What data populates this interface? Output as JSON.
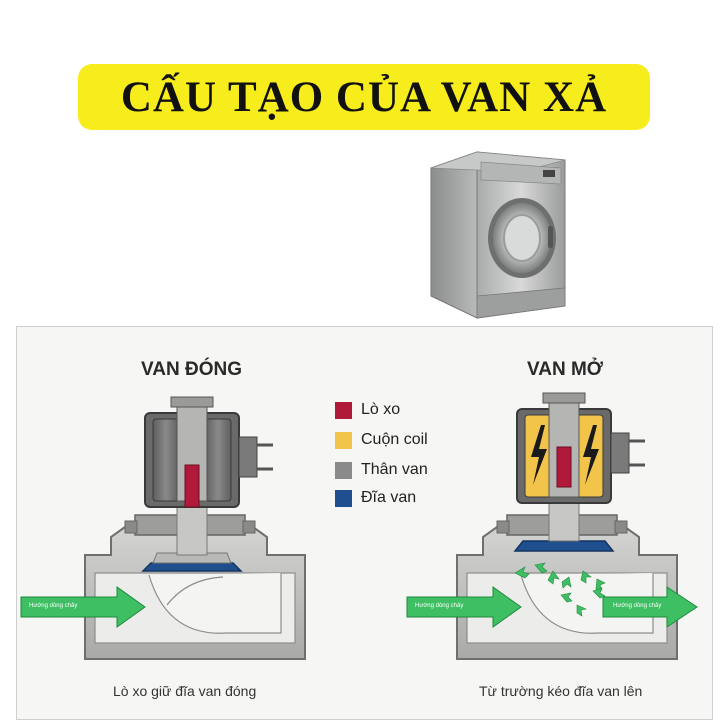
{
  "title": "CẤU TẠO CỦA VAN XẢ",
  "closed": {
    "heading": "VAN ĐÓNG",
    "caption": "Lò xo giữ đĩa van đóng",
    "flow_label": "Hướng dòng chảy"
  },
  "open": {
    "heading": "VAN MỞ",
    "caption": "Từ trường kéo đĩa van lên",
    "flow_in_label": "Hướng dòng chảy",
    "flow_out_label": "Hướng dòng chảy"
  },
  "legend": [
    {
      "label": "Lò xo",
      "color": "#b0193a"
    },
    {
      "label": "Cuộn coil",
      "color": "#f2c44a"
    },
    {
      "label": "Thân van",
      "color": "#8a8a8a"
    },
    {
      "label": "Đĩa van",
      "color": "#1f4f8f"
    }
  ],
  "colors": {
    "title_bg": "#f7ec1c",
    "flow_arrow": "#3fbf63",
    "disc": "#1f4f8f",
    "spring": "#b0193a",
    "coil_active": "#f2c44a"
  },
  "icons": [
    "washing-machine-icon",
    "lightning-bolt-icon",
    "flow-arrow-icon"
  ]
}
